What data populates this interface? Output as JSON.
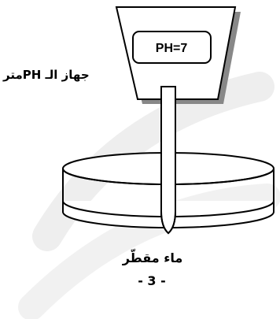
{
  "device": {
    "display_reading": "PH=7",
    "label": "جهاز الـ PHمتر"
  },
  "beaker": {
    "liquid_label": "ماء مقطّر"
  },
  "page": {
    "number_label": "- 3 -"
  }
}
